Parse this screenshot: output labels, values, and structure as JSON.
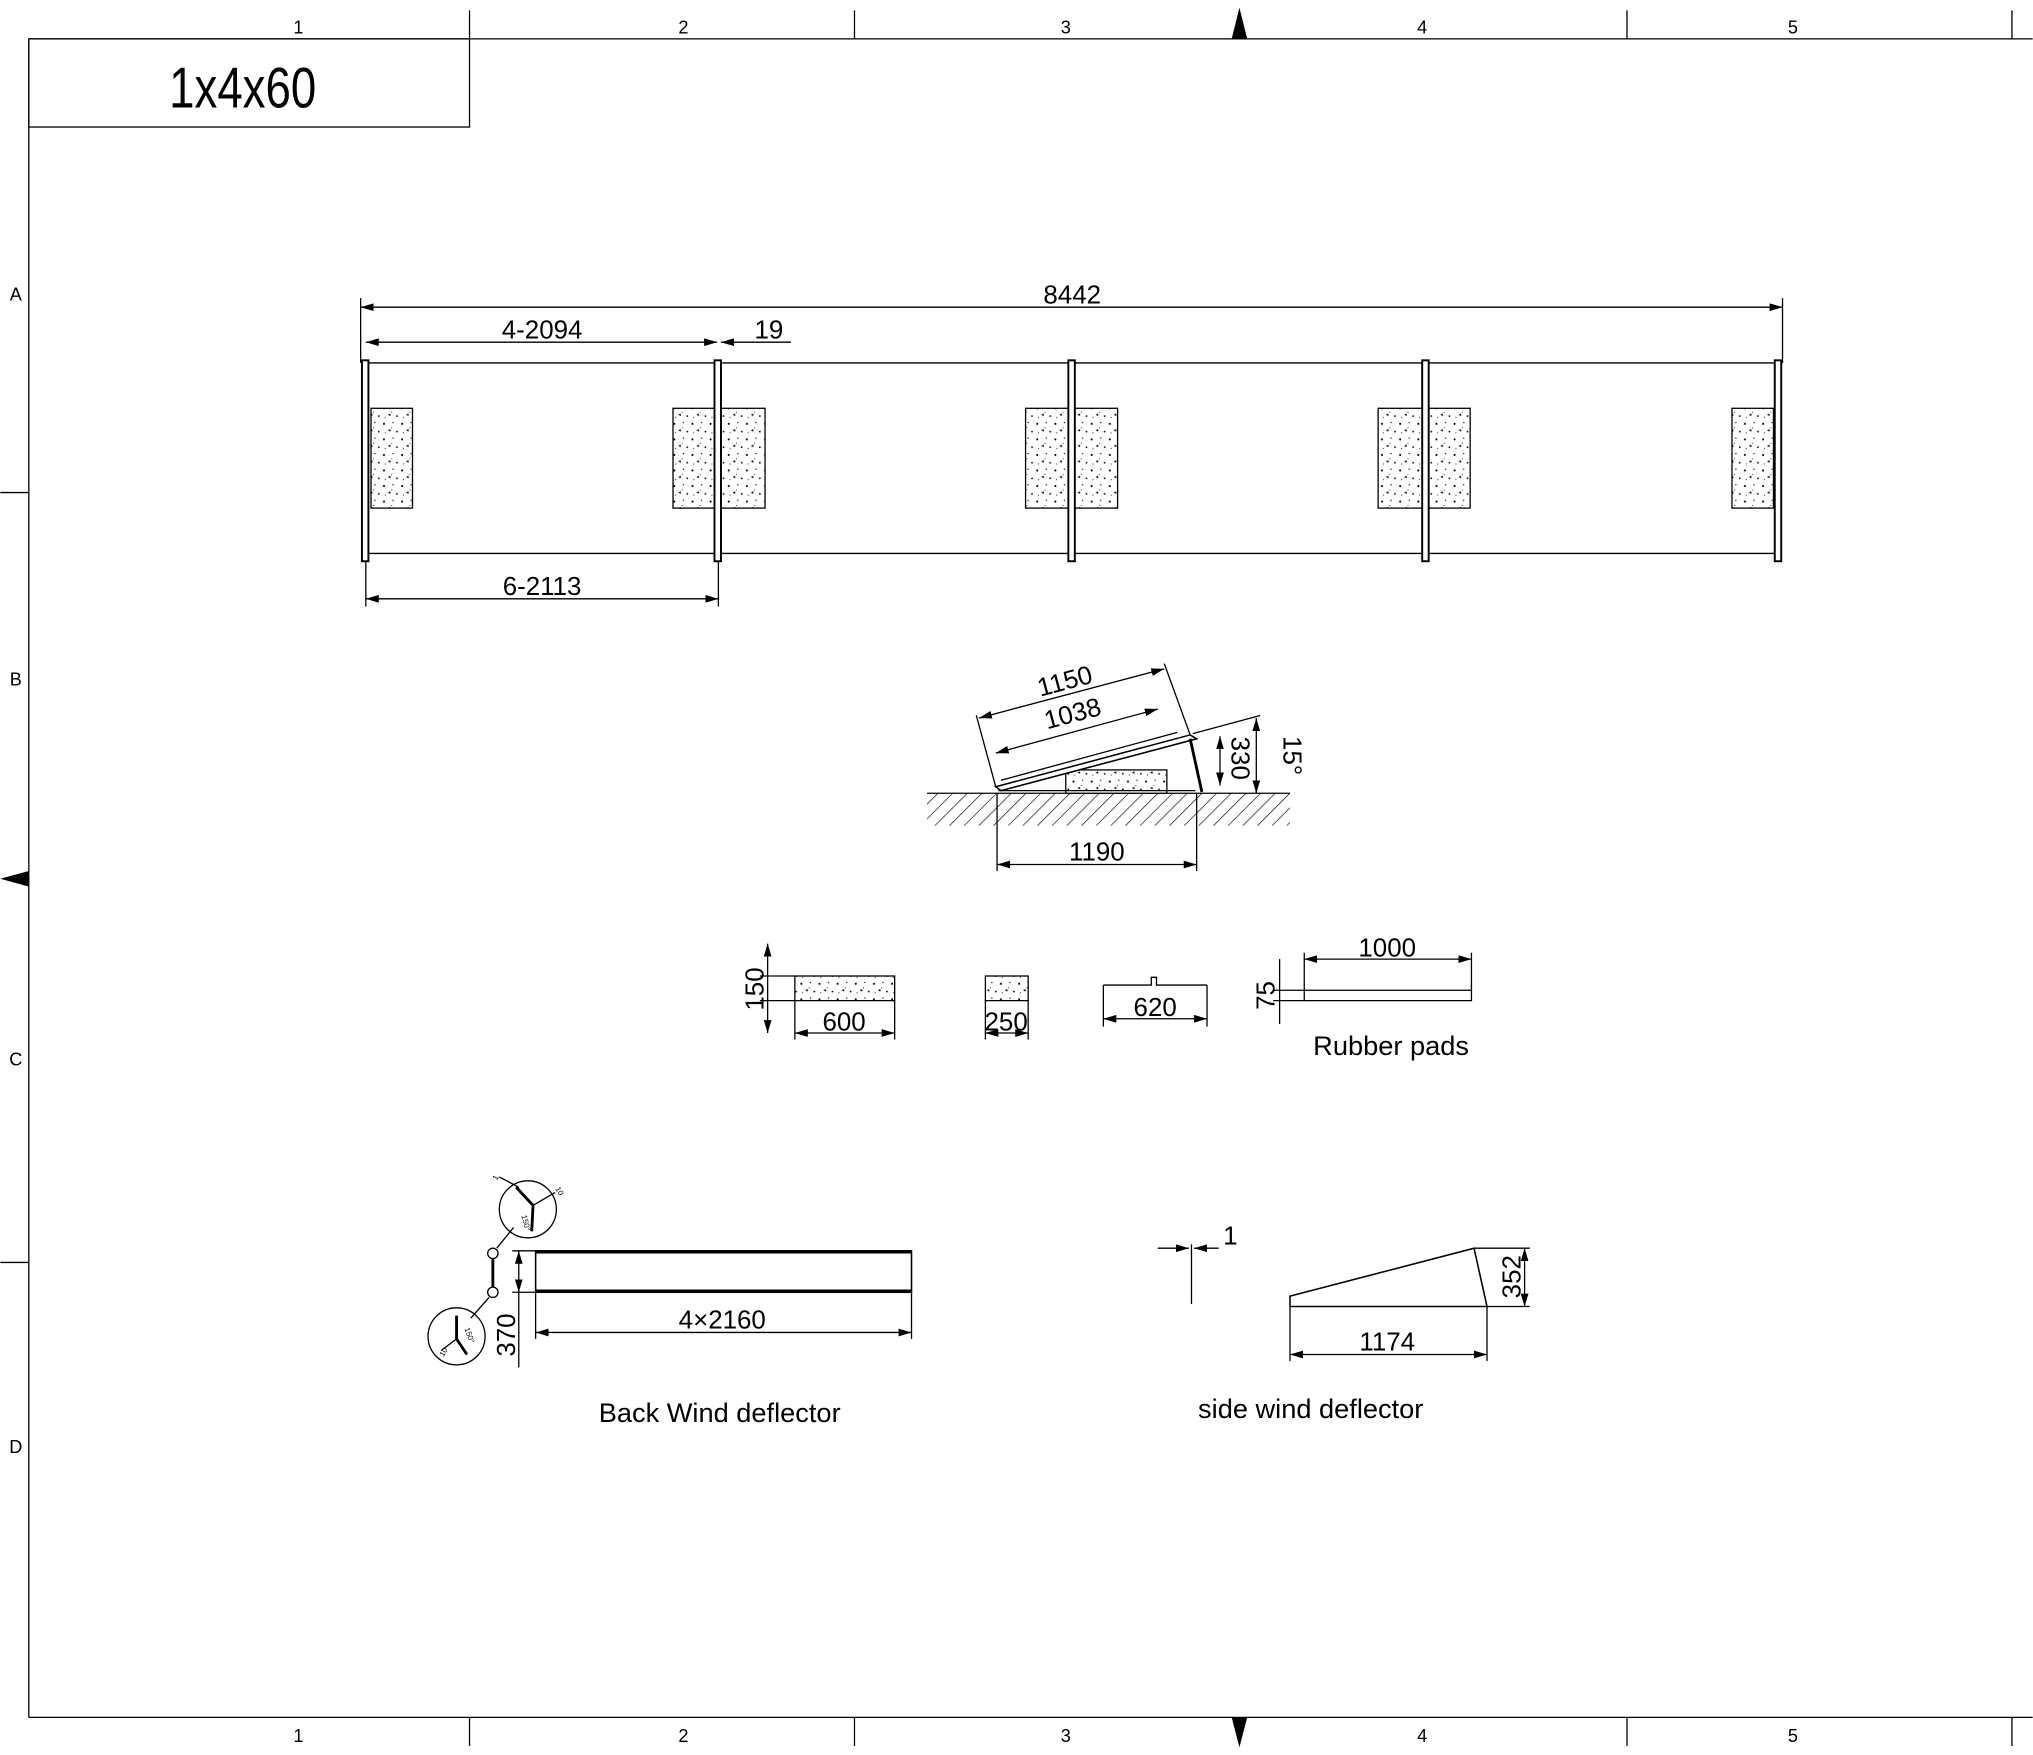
{
  "frame": {
    "columns": [
      "1",
      "2",
      "3",
      "4",
      "5"
    ],
    "rows": [
      "A",
      "B",
      "C",
      "D"
    ]
  },
  "title": "1x4x60",
  "plan_view": {
    "overall": "8442",
    "rail_spacing": "4-2094",
    "gap": "19",
    "module_spacing": "6-2113"
  },
  "side_view": {
    "panel_length": "1150",
    "inner_length": "1038",
    "rear_height": "330",
    "tilt_angle": "15°",
    "base_length": "1190"
  },
  "parts": {
    "ballast_height": "150",
    "ballast_length": "600",
    "small_ballast": "250",
    "rail_length": "620",
    "pad_thickness": "75",
    "pad_length": "1000",
    "pad_label": "Rubber pads"
  },
  "back_deflector": {
    "height": "370",
    "length": "4×2160",
    "label": "Back Wind deflector",
    "detail_top_angle": "150°",
    "detail_top_thk": "1",
    "detail_top_lip": "10",
    "detail_bottom_angle": "150°",
    "detail_bottom_lip": "10"
  },
  "side_deflector": {
    "thickness": "1",
    "height": "352",
    "length": "1174",
    "label": "side wind deflector"
  }
}
